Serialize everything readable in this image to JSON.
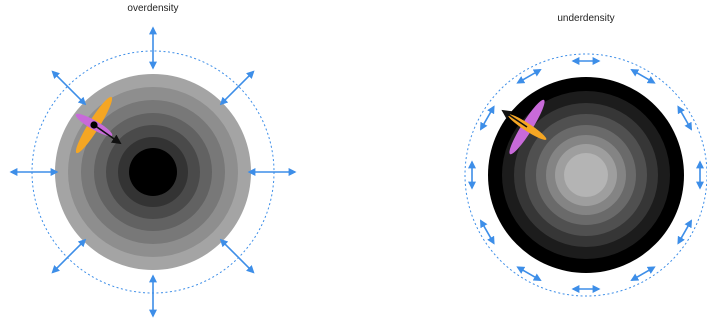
{
  "panels": [
    {
      "key": "over",
      "label": "overdensity",
      "fills": [
        "#a4a4a4",
        "#8e8e8e",
        "#787878",
        "#626262",
        "#4a4a4a",
        "#333333",
        "#000000"
      ],
      "arrow_direction": "outward",
      "shear_arrow": "inward"
    },
    {
      "key": "under",
      "label": "underdensity",
      "fills": [
        "#000000",
        "#1c1c1c",
        "#363636",
        "#505050",
        "#6a6a6a",
        "#848484",
        "#9e9e9e",
        "#b4b4b4"
      ],
      "arrow_direction": "tangential",
      "shear_arrow": "outward"
    }
  ],
  "colors": {
    "arrow": "#3d8ee8",
    "boundary": "#3d8ee8",
    "ellipse_tangential": "#f5a623",
    "ellipse_radial": "#c86ad9",
    "shear_arrow": "#111111",
    "center_dot": "#000000"
  },
  "icons": {
    "expansion_arrow": "double-headed-arrow-icon",
    "galaxy_shape": "ellipse-icon"
  }
}
